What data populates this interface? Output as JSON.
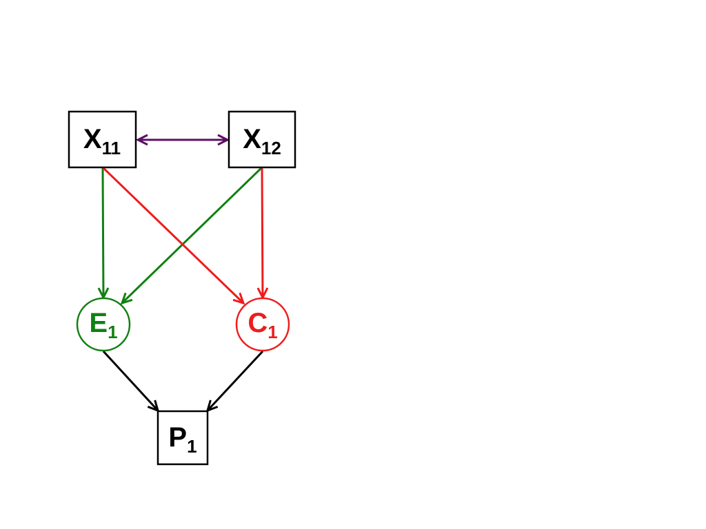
{
  "colors": {
    "black": "#000000",
    "green": "#118011",
    "red": "#ee1c1c",
    "purple": "#5c0f64"
  },
  "nodes": {
    "x11": {
      "main": "X",
      "sub": "11"
    },
    "x12": {
      "main": "X",
      "sub": "12"
    },
    "e1": {
      "main": "E",
      "sub": "1"
    },
    "c1": {
      "main": "C",
      "sub": "1"
    },
    "p1": {
      "main": "P",
      "sub": "1"
    }
  }
}
